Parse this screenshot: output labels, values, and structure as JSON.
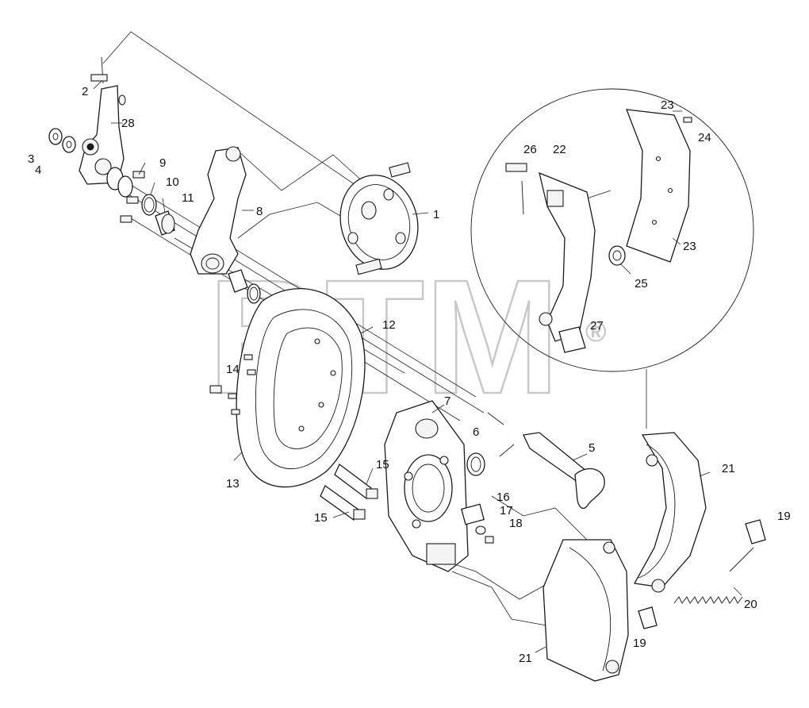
{
  "watermark": {
    "text": "BTM",
    "registered": "®",
    "color": "#c8c8c8"
  },
  "callouts": [
    {
      "id": "c1",
      "label": "1"
    },
    {
      "id": "c2",
      "label": "2"
    },
    {
      "id": "c3",
      "label": "3"
    },
    {
      "id": "c4",
      "label": "4"
    },
    {
      "id": "c5",
      "label": "5"
    },
    {
      "id": "c6",
      "label": "6"
    },
    {
      "id": "c7",
      "label": "7"
    },
    {
      "id": "c8",
      "label": "8"
    },
    {
      "id": "c9",
      "label": "9"
    },
    {
      "id": "c10",
      "label": "10"
    },
    {
      "id": "c11",
      "label": "11"
    },
    {
      "id": "c12",
      "label": "12"
    },
    {
      "id": "c13",
      "label": "13"
    },
    {
      "id": "c14",
      "label": "14"
    },
    {
      "id": "c15a",
      "label": "15"
    },
    {
      "id": "c15b",
      "label": "15"
    },
    {
      "id": "c16",
      "label": "16"
    },
    {
      "id": "c17",
      "label": "17"
    },
    {
      "id": "c18",
      "label": "18"
    },
    {
      "id": "c19a",
      "label": "19"
    },
    {
      "id": "c19b",
      "label": "19"
    },
    {
      "id": "c20",
      "label": "20"
    },
    {
      "id": "c21a",
      "label": "21"
    },
    {
      "id": "c21b",
      "label": "21"
    },
    {
      "id": "c22",
      "label": "22"
    },
    {
      "id": "c23a",
      "label": "23"
    },
    {
      "id": "c23b",
      "label": "23"
    },
    {
      "id": "c24",
      "label": "24"
    },
    {
      "id": "c25",
      "label": "25"
    },
    {
      "id": "c26",
      "label": "26"
    },
    {
      "id": "c27",
      "label": "27"
    },
    {
      "id": "c28",
      "label": "28"
    }
  ]
}
